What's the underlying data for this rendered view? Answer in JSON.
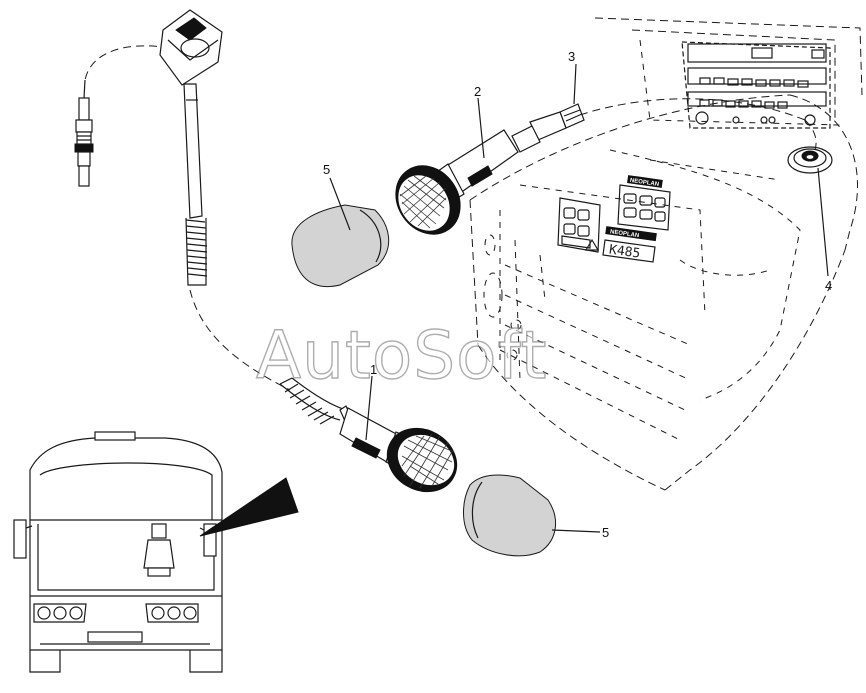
{
  "watermark": "AutoSoft",
  "callouts": [
    {
      "id": "1",
      "text": "1"
    },
    {
      "id": "2",
      "text": "2"
    },
    {
      "id": "3",
      "text": "3"
    },
    {
      "id": "4",
      "text": "4"
    },
    {
      "id": "5a",
      "text": "5"
    },
    {
      "id": "5b",
      "text": "5"
    }
  ],
  "panel": {
    "brand": "NEOPLAN",
    "brand2": "NEOPLAN",
    "display": "K485"
  }
}
